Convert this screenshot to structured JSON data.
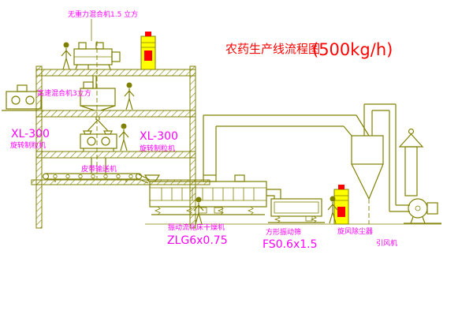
{
  "colors": {
    "line": "#808000",
    "label": "#FF00FF",
    "title": "#FF0000",
    "cabinet": "#FFFF00",
    "accent": "#FF0000",
    "bg": "#FFFFFF"
  },
  "title": {
    "text": "农药生产线流程图",
    "capacity": "(500kg/h)"
  },
  "equipment_labels": {
    "top_mixer": "无重力混合机1.5 立方",
    "high_speed_mixer": "高速混合机3立方",
    "left_granulator": {
      "model": "XL-300",
      "name": "旋转制粒机"
    },
    "center_granulator": {
      "model": "XL-300",
      "name": "旋转制粒机"
    },
    "belt_conveyor": "皮带输送机",
    "fluid_bed_dryer": {
      "name": "振动流化床干燥机",
      "model": "ZLG6x0.75"
    },
    "vibrating_sieve": {
      "name": "方形振动筛",
      "model": "FS0.6x1.5"
    },
    "cyclone": "旋风除尘器",
    "induced_draft_fan": "引风机"
  }
}
